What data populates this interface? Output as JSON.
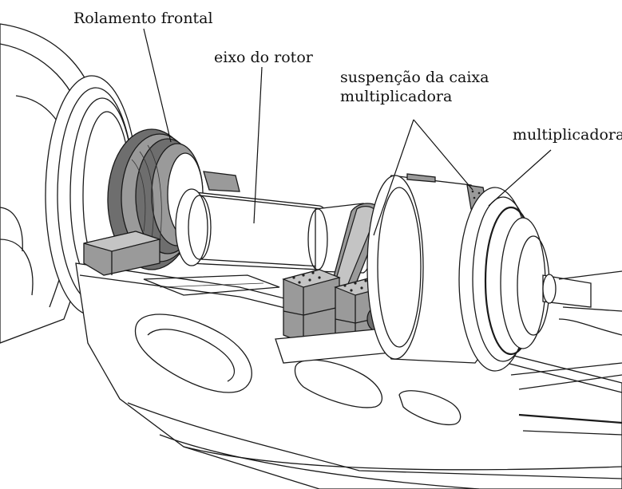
{
  "labels": {
    "front_bearing": "Rolamento frontal",
    "rotor_shaft": "eixo do rotor",
    "gearbox_suspension_line1": "suspenção da caixa",
    "gearbox_suspension_line2": "multiplicadora",
    "gearbox": "multiplicadora"
  }
}
